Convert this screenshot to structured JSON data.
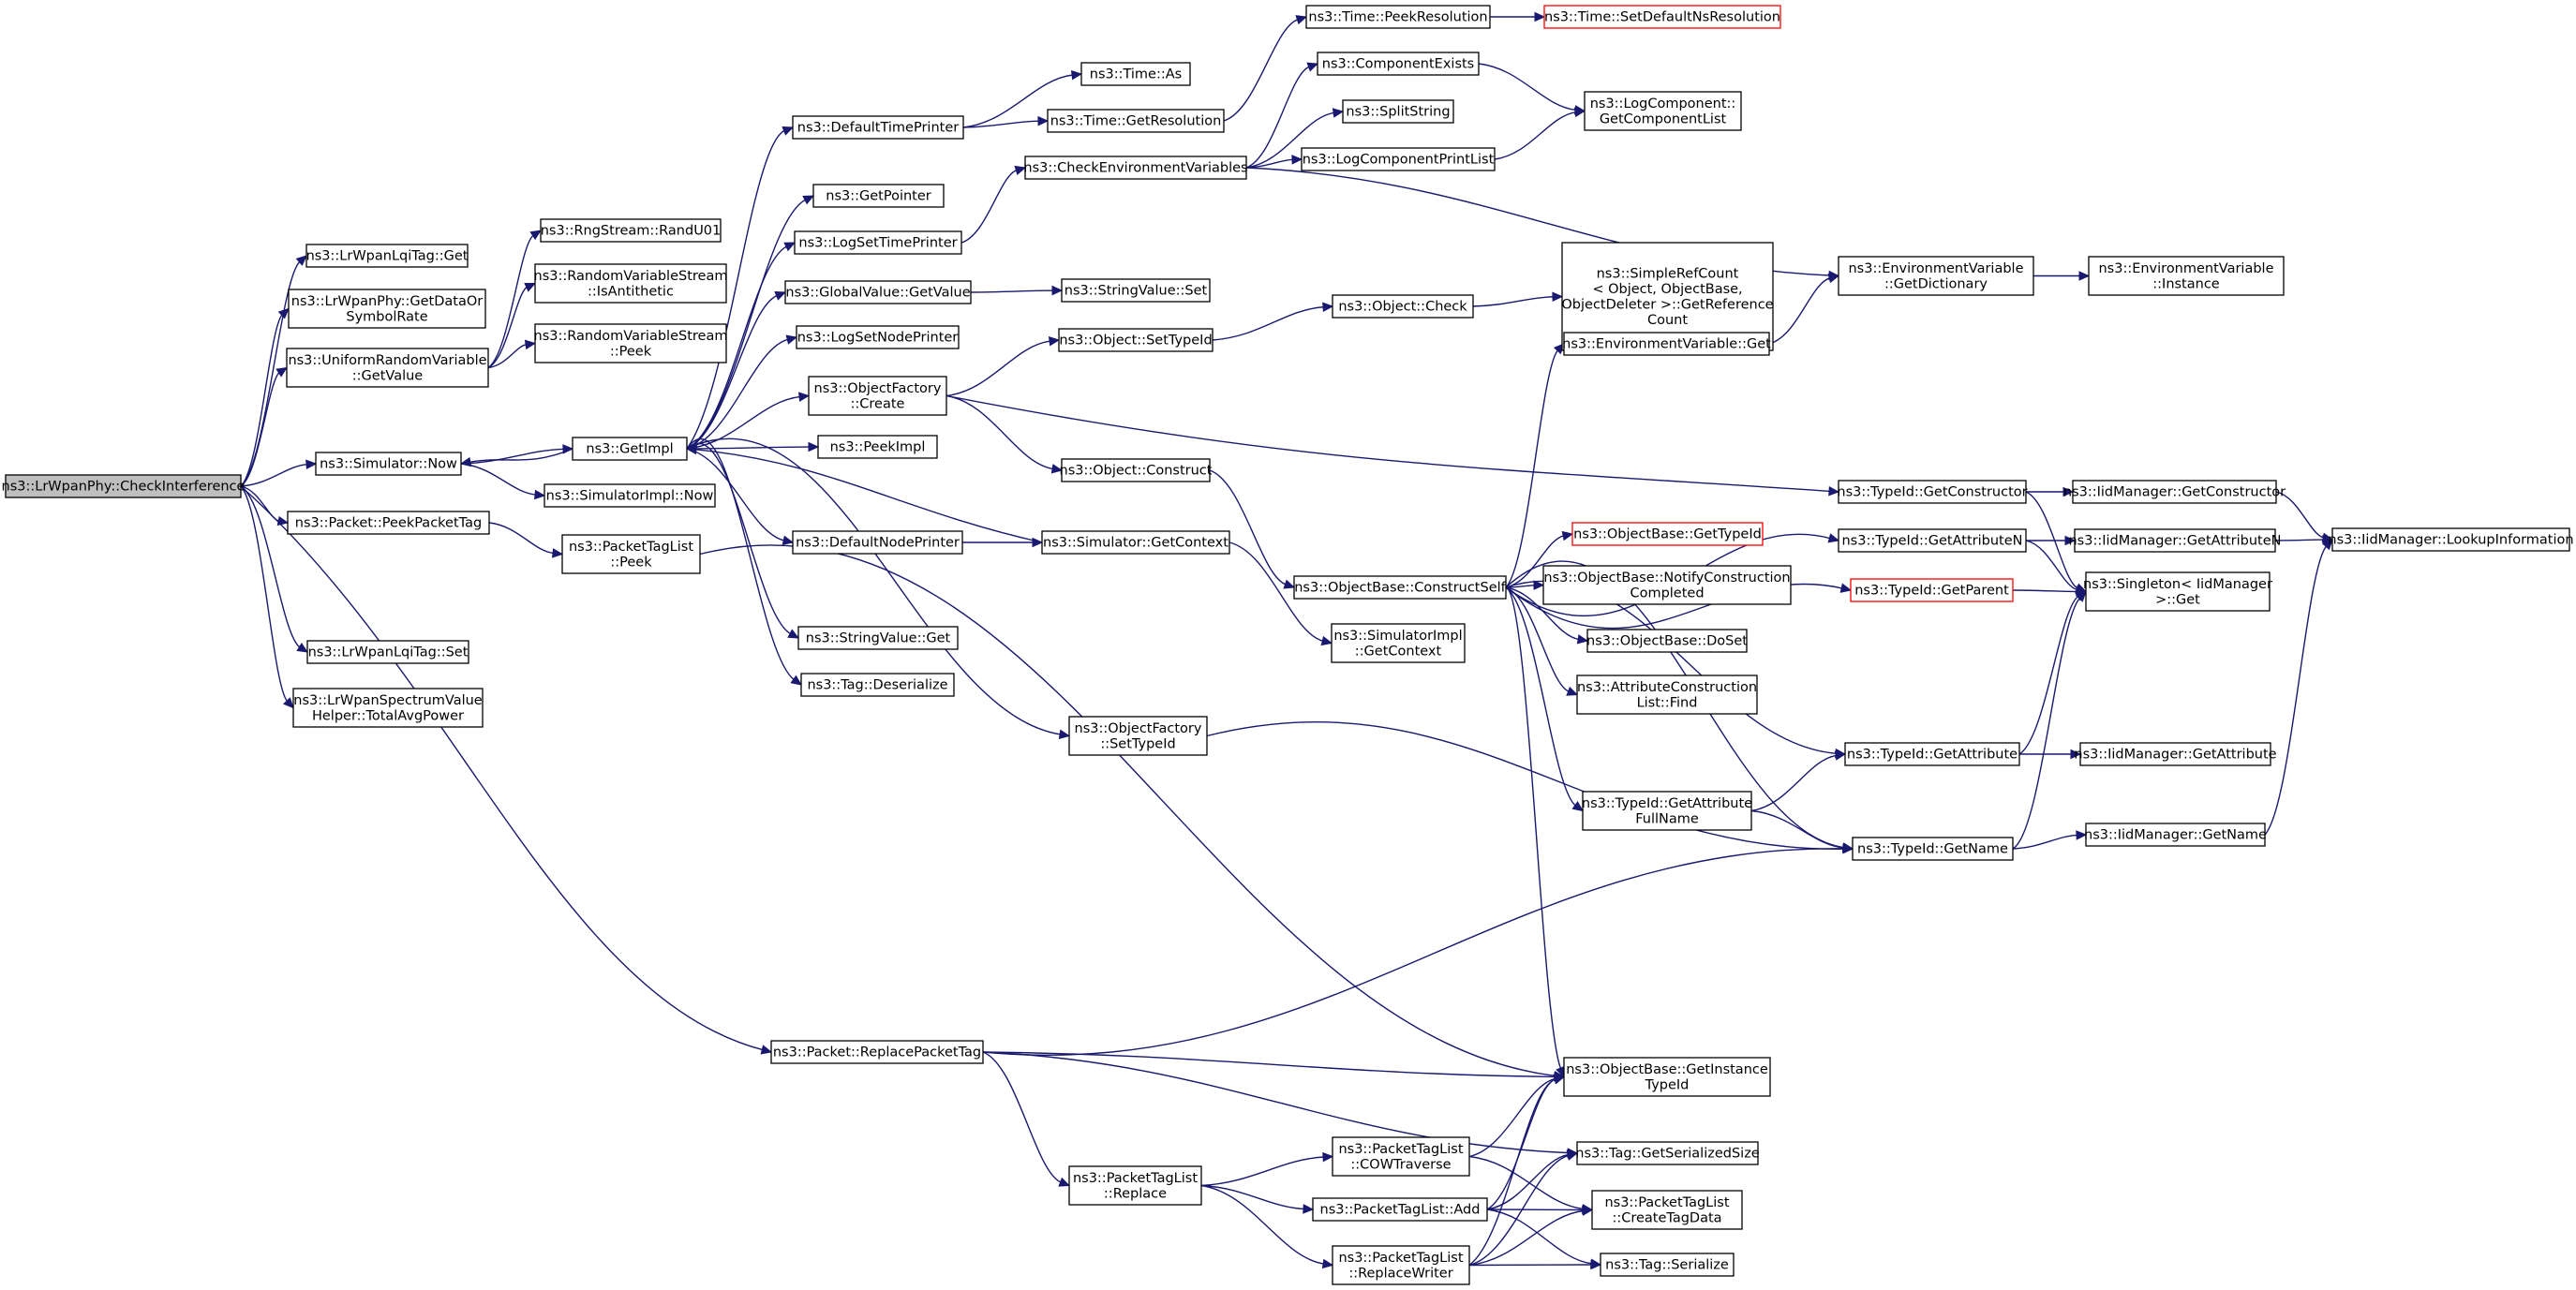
{
  "nodes": [
    {
      "id": "root",
      "lines": [
        "ns3::LrWpanPhy::CheckInterference"
      ],
      "kind": "root"
    },
    {
      "id": "lqiGet",
      "lines": [
        "ns3::LrWpanLqiTag::Get"
      ]
    },
    {
      "id": "getDataOr",
      "lines": [
        "ns3::LrWpanPhy::GetDataOr",
        "SymbolRate"
      ]
    },
    {
      "id": "urvGetValue",
      "lines": [
        "ns3::UniformRandomVariable",
        "::GetValue"
      ]
    },
    {
      "id": "simNow",
      "lines": [
        "ns3::Simulator::Now"
      ]
    },
    {
      "id": "peekPacketTag",
      "lines": [
        "ns3::Packet::PeekPacketTag"
      ]
    },
    {
      "id": "lqiSet",
      "lines": [
        "ns3::LrWpanLqiTag::Set"
      ]
    },
    {
      "id": "totalAvgPower",
      "lines": [
        "ns3::LrWpanSpectrumValue",
        "Helper::TotalAvgPower"
      ]
    },
    {
      "id": "replacePacketTag",
      "lines": [
        "ns3::Packet::ReplacePacketTag"
      ]
    },
    {
      "id": "randU01",
      "lines": [
        "ns3::RngStream::RandU01"
      ]
    },
    {
      "id": "isAntithetic",
      "lines": [
        "ns3::RandomVariableStream",
        "::IsAntithetic"
      ]
    },
    {
      "id": "rvsPeek",
      "lines": [
        "ns3::RandomVariableStream",
        "::Peek"
      ]
    },
    {
      "id": "getImpl",
      "lines": [
        "ns3::GetImpl"
      ]
    },
    {
      "id": "simImplNow",
      "lines": [
        "ns3::SimulatorImpl::Now"
      ]
    },
    {
      "id": "ptlPeek",
      "lines": [
        "ns3::PacketTagList",
        "::Peek"
      ]
    },
    {
      "id": "defaultTimePrinter",
      "lines": [
        "ns3::DefaultTimePrinter"
      ]
    },
    {
      "id": "getPointer",
      "lines": [
        "ns3::GetPointer"
      ]
    },
    {
      "id": "logSetTimePrinter",
      "lines": [
        "ns3::LogSetTimePrinter"
      ]
    },
    {
      "id": "gvGetValue",
      "lines": [
        "ns3::GlobalValue::GetValue"
      ]
    },
    {
      "id": "logSetNodePrinter",
      "lines": [
        "ns3::LogSetNodePrinter"
      ]
    },
    {
      "id": "ofCreate",
      "lines": [
        "ns3::ObjectFactory",
        "::Create"
      ]
    },
    {
      "id": "peekImpl",
      "lines": [
        "ns3::PeekImpl"
      ]
    },
    {
      "id": "defaultNodePrinter",
      "lines": [
        "ns3::DefaultNodePrinter"
      ]
    },
    {
      "id": "svGet",
      "lines": [
        "ns3::StringValue::Get"
      ]
    },
    {
      "id": "tagDeserialize",
      "lines": [
        "ns3::Tag::Deserialize"
      ]
    },
    {
      "id": "ofSetTypeId",
      "lines": [
        "ns3::ObjectFactory",
        "::SetTypeId"
      ]
    },
    {
      "id": "ptlReplace",
      "lines": [
        "ns3::PacketTagList",
        "::Replace"
      ]
    },
    {
      "id": "timeAs",
      "lines": [
        "ns3::Time::As"
      ]
    },
    {
      "id": "timeGetRes",
      "lines": [
        "ns3::Time::GetResolution"
      ]
    },
    {
      "id": "timePeekRes",
      "lines": [
        "ns3::Time::PeekResolution"
      ]
    },
    {
      "id": "checkEnvVars",
      "lines": [
        "ns3::CheckEnvironmentVariables"
      ]
    },
    {
      "id": "svSet",
      "lines": [
        "ns3::StringValue::Set"
      ]
    },
    {
      "id": "objSetTypeId",
      "lines": [
        "ns3::Object::SetTypeId"
      ]
    },
    {
      "id": "objConstruct",
      "lines": [
        "ns3::Object::Construct"
      ]
    },
    {
      "id": "simGetContext",
      "lines": [
        "ns3::Simulator::GetContext"
      ]
    },
    {
      "id": "ptlCOW",
      "lines": [
        "ns3::PacketTagList",
        "::COWTraverse"
      ]
    },
    {
      "id": "ptlAdd",
      "lines": [
        "ns3::PacketTagList::Add"
      ]
    },
    {
      "id": "ptlReplaceWriter",
      "lines": [
        "ns3::PacketTagList",
        "::ReplaceWriter"
      ]
    },
    {
      "id": "setDefaultNsRes",
      "lines": [
        "ns3::Time::SetDefaultNsResolution"
      ],
      "kind": "trunc"
    },
    {
      "id": "componentExists",
      "lines": [
        "ns3::ComponentExists"
      ]
    },
    {
      "id": "splitString",
      "lines": [
        "ns3::SplitString"
      ]
    },
    {
      "id": "logCompPrintList",
      "lines": [
        "ns3::LogComponentPrintList"
      ]
    },
    {
      "id": "objCheck",
      "lines": [
        "ns3::Object::Check"
      ]
    },
    {
      "id": "simpleRefCount",
      "lines": [
        "ns3::SimpleRefCount",
        "< Object, ObjectBase,",
        "ObjectDeleter >::GetReference",
        "Count"
      ]
    },
    {
      "id": "envVarGet",
      "lines": [
        "ns3::EnvironmentVariable::Get"
      ]
    },
    {
      "id": "constructSelf",
      "lines": [
        "ns3::ObjectBase::ConstructSelf"
      ]
    },
    {
      "id": "obGetTypeId",
      "lines": [
        "ns3::ObjectBase::GetTypeId"
      ],
      "kind": "trunc"
    },
    {
      "id": "notifyConstruction",
      "lines": [
        "ns3::ObjectBase::NotifyConstruction",
        "Completed"
      ]
    },
    {
      "id": "doSet",
      "lines": [
        "ns3::ObjectBase::DoSet"
      ]
    },
    {
      "id": "aclFind",
      "lines": [
        "ns3::AttributeConstruction",
        "List::Find"
      ]
    },
    {
      "id": "simImplGetContext",
      "lines": [
        "ns3::SimulatorImpl",
        "::GetContext"
      ]
    },
    {
      "id": "tidGetAttrFull",
      "lines": [
        "ns3::TypeId::GetAttribute",
        "FullName"
      ]
    },
    {
      "id": "getInstanceTypeId",
      "lines": [
        "ns3::ObjectBase::GetInstance",
        "TypeId"
      ]
    },
    {
      "id": "tagGetSerSize",
      "lines": [
        "ns3::Tag::GetSerializedSize"
      ]
    },
    {
      "id": "ptlCreateTagData",
      "lines": [
        "ns3::PacketTagList",
        "::CreateTagData"
      ]
    },
    {
      "id": "tagSerialize",
      "lines": [
        "ns3::Tag::Serialize"
      ]
    },
    {
      "id": "logCompGetList",
      "lines": [
        "ns3::LogComponent::",
        "GetComponentList"
      ]
    },
    {
      "id": "envVarGetDict",
      "lines": [
        "ns3::EnvironmentVariable",
        "::GetDictionary"
      ]
    },
    {
      "id": "envVarInstance",
      "lines": [
        "ns3::EnvironmentVariable",
        "::Instance"
      ]
    },
    {
      "id": "tidGetConstructor",
      "lines": [
        "ns3::TypeId::GetConstructor"
      ]
    },
    {
      "id": "tidGetAttributeN",
      "lines": [
        "ns3::TypeId::GetAttributeN"
      ]
    },
    {
      "id": "tidGetParent",
      "lines": [
        "ns3::TypeId::GetParent"
      ],
      "kind": "trunc"
    },
    {
      "id": "tidGetAttribute",
      "lines": [
        "ns3::TypeId::GetAttribute"
      ]
    },
    {
      "id": "tidGetName",
      "lines": [
        "ns3::TypeId::GetName"
      ]
    },
    {
      "id": "iidGetConstructor",
      "lines": [
        "ns3::IidManager::GetConstructor"
      ]
    },
    {
      "id": "iidGetAttributeN",
      "lines": [
        "ns3::IidManager::GetAttributeN"
      ]
    },
    {
      "id": "singletonGet",
      "lines": [
        "ns3::Singleton< IidManager",
        " >::Get"
      ]
    },
    {
      "id": "iidGetAttribute",
      "lines": [
        "ns3::IidManager::GetAttribute"
      ]
    },
    {
      "id": "iidGetName",
      "lines": [
        "ns3::IidManager::GetName"
      ]
    },
    {
      "id": "iidLookup",
      "lines": [
        "ns3::IidManager::LookupInformation"
      ]
    }
  ],
  "edges": [
    [
      "root",
      "lqiGet"
    ],
    [
      "root",
      "getDataOr"
    ],
    [
      "root",
      "urvGetValue"
    ],
    [
      "root",
      "simNow"
    ],
    [
      "root",
      "peekPacketTag"
    ],
    [
      "root",
      "lqiSet"
    ],
    [
      "root",
      "totalAvgPower"
    ],
    [
      "root",
      "replacePacketTag"
    ],
    [
      "urvGetValue",
      "randU01"
    ],
    [
      "urvGetValue",
      "isAntithetic"
    ],
    [
      "urvGetValue",
      "rvsPeek"
    ],
    [
      "simNow",
      "getImpl"
    ],
    [
      "simNow",
      "simImplNow"
    ],
    [
      "peekPacketTag",
      "ptlPeek"
    ],
    [
      "getImpl",
      "defaultTimePrinter"
    ],
    [
      "getImpl",
      "getPointer"
    ],
    [
      "getImpl",
      "logSetTimePrinter"
    ],
    [
      "getImpl",
      "gvGetValue"
    ],
    [
      "getImpl",
      "logSetNodePrinter"
    ],
    [
      "getImpl",
      "ofCreate"
    ],
    [
      "getImpl",
      "peekImpl"
    ],
    [
      "getImpl",
      "defaultNodePrinter"
    ],
    [
      "getImpl",
      "svGet"
    ],
    [
      "getImpl",
      "tagDeserialize"
    ],
    [
      "getImpl",
      "ofSetTypeId"
    ],
    [
      "getImpl",
      "simNow"
    ],
    [
      "defaultTimePrinter",
      "timeAs"
    ],
    [
      "defaultTimePrinter",
      "timeGetRes"
    ],
    [
      "timeGetRes",
      "timePeekRes"
    ],
    [
      "timePeekRes",
      "setDefaultNsRes"
    ],
    [
      "logSetTimePrinter",
      "checkEnvVars"
    ],
    [
      "checkEnvVars",
      "componentExists"
    ],
    [
      "checkEnvVars",
      "splitString"
    ],
    [
      "checkEnvVars",
      "logCompPrintList"
    ],
    [
      "checkEnvVars",
      "envVarGetDict"
    ],
    [
      "componentExists",
      "logCompGetList"
    ],
    [
      "logCompPrintList",
      "logCompGetList"
    ],
    [
      "gvGetValue",
      "svSet"
    ],
    [
      "ofCreate",
      "objSetTypeId"
    ],
    [
      "ofCreate",
      "objConstruct"
    ],
    [
      "ofCreate",
      "tidGetConstructor"
    ],
    [
      "objSetTypeId",
      "objCheck"
    ],
    [
      "objCheck",
      "simpleRefCount"
    ],
    [
      "objConstruct",
      "constructSelf"
    ],
    [
      "defaultNodePrinter",
      "simGetContext"
    ],
    [
      "simGetContext",
      "getImpl"
    ],
    [
      "simGetContext",
      "simImplGetContext"
    ],
    [
      "ofSetTypeId",
      "tidGetName"
    ],
    [
      "envVarGet",
      "envVarGetDict"
    ],
    [
      "envVarGetDict",
      "envVarInstance"
    ],
    [
      "constructSelf",
      "envVarGet"
    ],
    [
      "constructSelf",
      "obGetTypeId"
    ],
    [
      "constructSelf",
      "notifyConstruction"
    ],
    [
      "constructSelf",
      "doSet"
    ],
    [
      "constructSelf",
      "aclFind"
    ],
    [
      "constructSelf",
      "tidGetAttributeN"
    ],
    [
      "constructSelf",
      "tidGetParent"
    ],
    [
      "constructSelf",
      "tidGetAttribute"
    ],
    [
      "constructSelf",
      "tidGetAttrFull"
    ],
    [
      "constructSelf",
      "tidGetName"
    ],
    [
      "constructSelf",
      "getInstanceTypeId"
    ],
    [
      "tidGetAttrFull",
      "tidGetAttribute"
    ],
    [
      "tidGetAttrFull",
      "tidGetName"
    ],
    [
      "tidGetConstructor",
      "iidGetConstructor"
    ],
    [
      "tidGetConstructor",
      "singletonGet"
    ],
    [
      "tidGetAttributeN",
      "iidGetAttributeN"
    ],
    [
      "tidGetAttributeN",
      "singletonGet"
    ],
    [
      "tidGetParent",
      "singletonGet"
    ],
    [
      "tidGetAttribute",
      "iidGetAttribute"
    ],
    [
      "tidGetAttribute",
      "singletonGet"
    ],
    [
      "tidGetName",
      "iidGetName"
    ],
    [
      "tidGetName",
      "singletonGet"
    ],
    [
      "iidGetConstructor",
      "iidLookup"
    ],
    [
      "iidGetAttributeN",
      "iidLookup"
    ],
    [
      "iidGetName",
      "iidLookup"
    ],
    [
      "ptlPeek",
      "getInstanceTypeId"
    ],
    [
      "replacePacketTag",
      "tidGetName"
    ],
    [
      "replacePacketTag",
      "getInstanceTypeId"
    ],
    [
      "replacePacketTag",
      "tagGetSerSize"
    ],
    [
      "replacePacketTag",
      "ptlReplace"
    ],
    [
      "ptlReplace",
      "ptlCOW"
    ],
    [
      "ptlReplace",
      "ptlAdd"
    ],
    [
      "ptlReplace",
      "ptlReplaceWriter"
    ],
    [
      "ptlCOW",
      "getInstanceTypeId"
    ],
    [
      "ptlCOW",
      "ptlCreateTagData"
    ],
    [
      "ptlAdd",
      "getInstanceTypeId"
    ],
    [
      "ptlAdd",
      "tagGetSerSize"
    ],
    [
      "ptlAdd",
      "ptlCreateTagData"
    ],
    [
      "ptlAdd",
      "tagSerialize"
    ],
    [
      "ptlReplaceWriter",
      "getInstanceTypeId"
    ],
    [
      "ptlReplaceWriter",
      "tagGetSerSize"
    ],
    [
      "ptlReplaceWriter",
      "ptlCreateTagData"
    ],
    [
      "ptlReplaceWriter",
      "tagSerialize"
    ]
  ]
}
